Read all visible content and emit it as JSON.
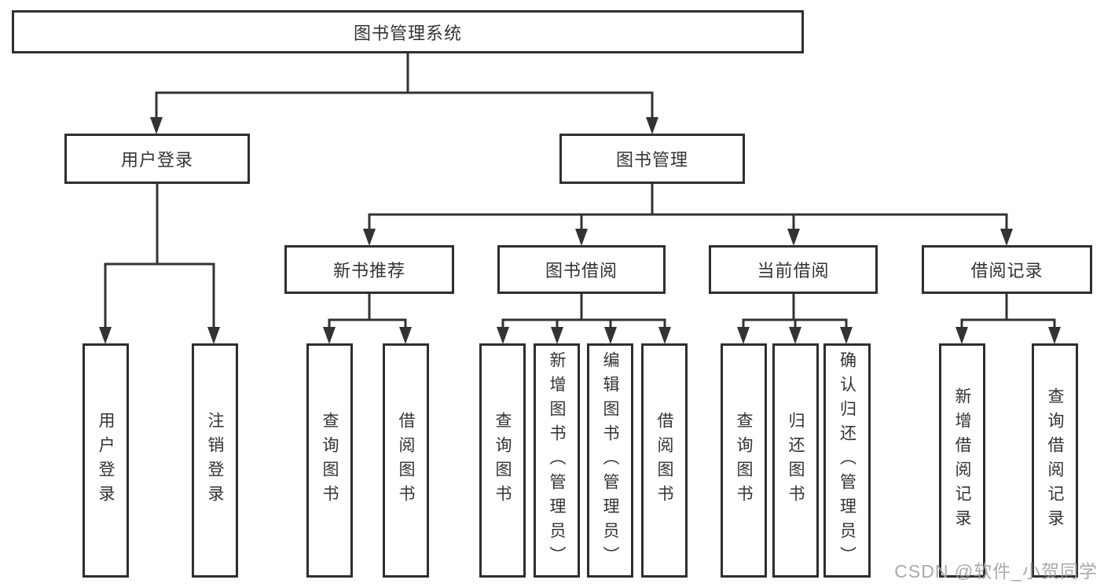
{
  "tree": {
    "root": {
      "label": "图书管理系统"
    },
    "groups": [
      {
        "label": "用户登录",
        "leaves": [
          {
            "label": "用户登录"
          },
          {
            "label": "注销登录"
          }
        ]
      },
      {
        "label": "图书管理",
        "sections": [
          {
            "label": "新书推荐",
            "leaves": [
              {
                "label": "查询图书"
              },
              {
                "label": "借阅图书"
              }
            ]
          },
          {
            "label": "图书借阅",
            "leaves": [
              {
                "label": "查询图书"
              },
              {
                "label": "新增图书（管理员）"
              },
              {
                "label": "编辑图书（管理员）"
              },
              {
                "label": "借阅图书"
              }
            ]
          },
          {
            "label": "当前借阅",
            "leaves": [
              {
                "label": "查询图书"
              },
              {
                "label": "归还图书"
              },
              {
                "label": "确认归还（管理员）"
              }
            ]
          },
          {
            "label": "借阅记录",
            "leaves": [
              {
                "label": "新增借阅记录"
              },
              {
                "label": "查询借阅记录"
              }
            ]
          }
        ]
      }
    ]
  },
  "watermark": {
    "text": "CSDN @软件_小贺同学"
  },
  "colors": {
    "line": "#333333",
    "box_border": "#2e2e2e",
    "text": "#333333",
    "watermark": "#a3a3a3",
    "background": "#ffffff"
  }
}
